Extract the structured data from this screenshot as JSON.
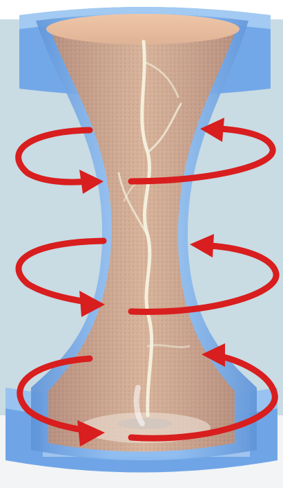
{
  "illustration": {
    "subject": "vortex-chamber",
    "colors": {
      "panel": "#c9dbe3",
      "vessel_wall": "#7fb0e6",
      "vessel_wall_dark": "#5f93d6",
      "chamber_fill": "#c8a38a",
      "chamber_glow": "#e9cdb9",
      "rotation_arrow": "#d81e1e",
      "vortex_filament": "#f4f2df",
      "floor": "#f3f4f6"
    },
    "rotation_bands": 3,
    "rotation_direction": "counter-clockwise"
  }
}
